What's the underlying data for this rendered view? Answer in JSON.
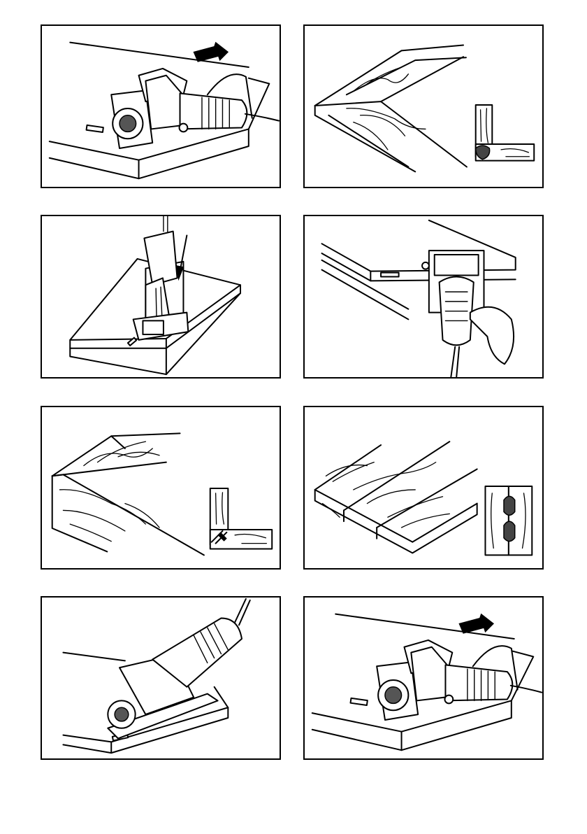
{
  "figures": [
    {
      "id": "p1",
      "icon": "biscuit-joiner-cutting-icon"
    },
    {
      "id": "p2",
      "icon": "miter-corner-joint-icon"
    },
    {
      "id": "p3",
      "icon": "vertical-plunge-cut-icon"
    },
    {
      "id": "p4",
      "icon": "edge-slot-cutting-icon"
    },
    {
      "id": "p5",
      "icon": "corner-butt-joint-icon"
    },
    {
      "id": "p6",
      "icon": "edge-to-edge-panel-joint-icon"
    },
    {
      "id": "p7",
      "icon": "angled-fence-cut-icon"
    },
    {
      "id": "p8",
      "icon": "biscuit-joiner-cutting-icon"
    }
  ],
  "colors": {
    "line": "#000000",
    "background": "#ffffff"
  }
}
